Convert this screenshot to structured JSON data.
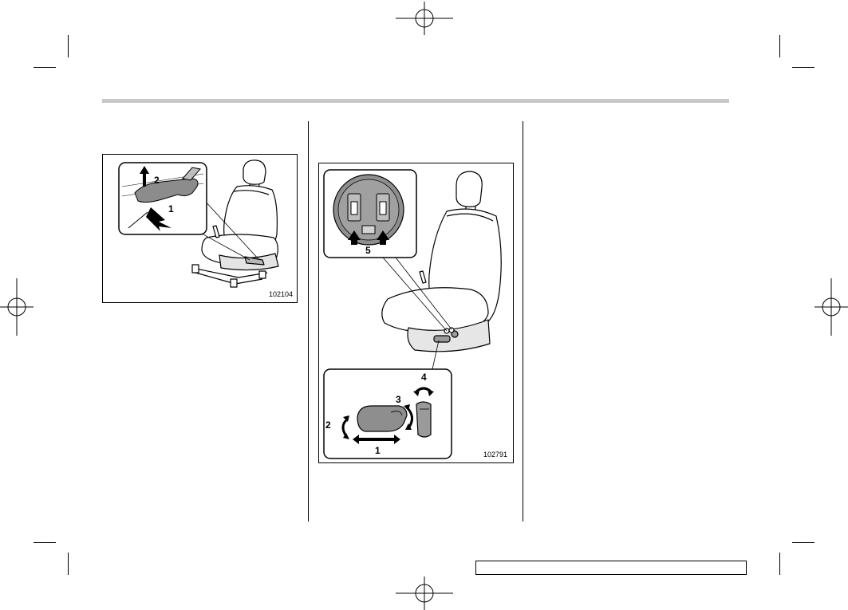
{
  "figures": [
    {
      "id": "seat-lever",
      "code": "102104",
      "callouts": [
        "1",
        "2"
      ]
    },
    {
      "id": "power-seat-switches",
      "code": "102791",
      "callouts": [
        "1",
        "2",
        "3",
        "4",
        "5"
      ]
    }
  ],
  "footer": {
    "text": ""
  }
}
